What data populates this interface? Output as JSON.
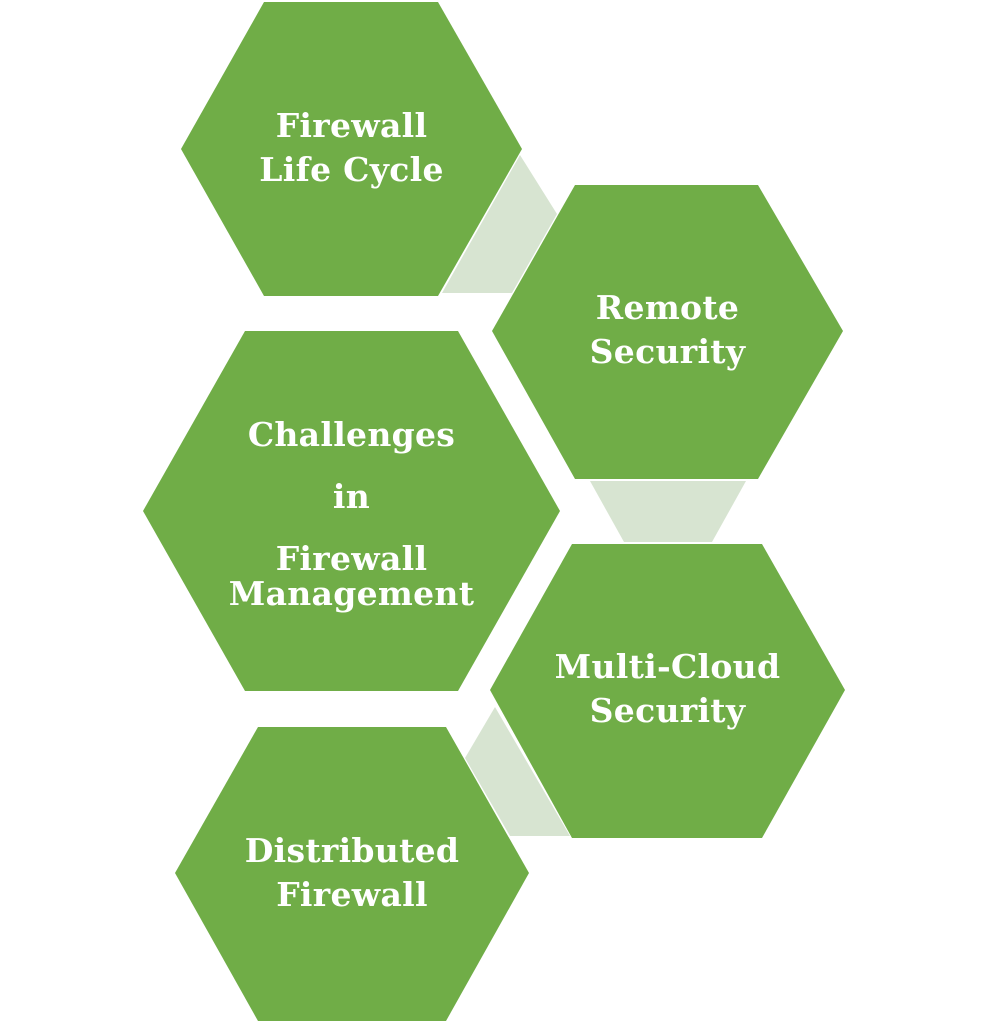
{
  "diagram": {
    "title": "",
    "colors": {
      "hexagon_fill": "#70AD47",
      "connector_fill": "#D7E4D1",
      "text": "#FFFFFF",
      "background": "#FFFFFF"
    },
    "hexagons": [
      {
        "id": "firewall-life-cycle",
        "lines": [
          "Firewall",
          "Life Cycle"
        ]
      },
      {
        "id": "remote-security",
        "lines": [
          "Remote",
          "Security"
        ]
      },
      {
        "id": "challenges-in-firewall-management",
        "lines": [
          "Challenges",
          "in",
          "Firewall",
          "Management"
        ]
      },
      {
        "id": "multi-cloud-security",
        "lines": [
          "Multi-Cloud",
          "Security"
        ]
      },
      {
        "id": "distributed-firewall",
        "lines": [
          "Distributed",
          "Firewall"
        ]
      }
    ],
    "connectors": [
      {
        "from": "firewall-life-cycle",
        "to": "remote-security"
      },
      {
        "from": "remote-security",
        "to": "multi-cloud-security"
      },
      {
        "from": "multi-cloud-security",
        "to": "distributed-firewall"
      }
    ]
  }
}
